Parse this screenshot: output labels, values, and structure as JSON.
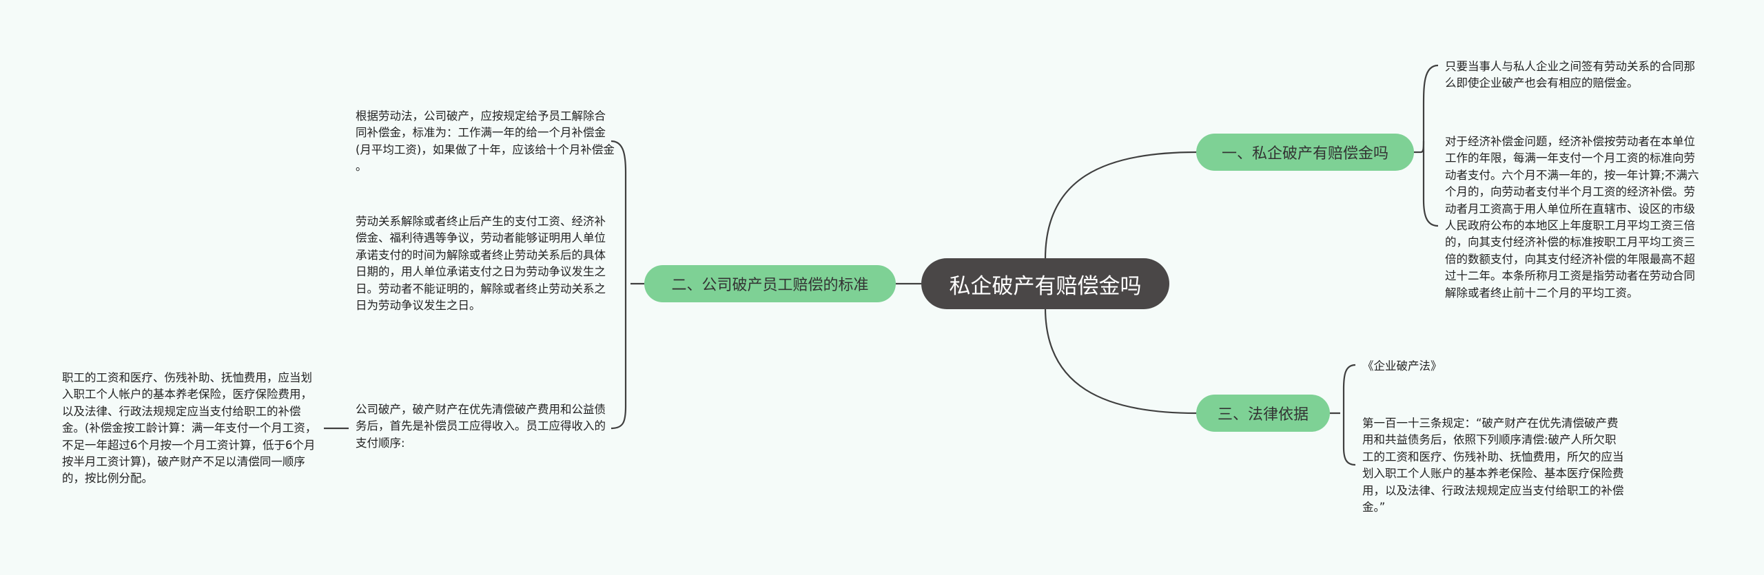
{
  "root": {
    "label": "私企破产有赔偿金吗"
  },
  "branches": {
    "b1": {
      "label": "一、私企破产有赔偿金吗",
      "leaves": [
        "只要当事人与私人企业之间签有劳动关系的合同那么即使企业破产也会有相应的赔偿金。",
        "对于经济补偿金问题，经济补偿按劳动者在本单位工作的年限，每满一年支付一个月工资的标准向劳动者支付。六个月不满一年的，按一年计算;不满六个月的，向劳动者支付半个月工资的经济补偿。劳动者月工资高于用人单位所在直辖市、设区的市级人民政府公布的本地区上年度职工月平均工资三倍的，向其支付经济补偿的标准按职工月平均工资三倍的数额支付，向其支付经济补偿的年限最高不超过十二年。本条所称月工资是指劳动者在劳动合同解除或者终止前十二个月的平均工资。"
      ]
    },
    "b2": {
      "label": "二、公司破产员工赔偿的标准",
      "leaves": [
        "根据劳动法，公司破产，应按规定给予员工解除合同补偿金，标准为：工作满一年的给一个月补偿金(月平均工资)，如果做了十年，应该给十个月补偿金 。",
        "劳动关系解除或者终止后产生的支付工资、经济补偿金、福利待遇等争议，劳动者能够证明用人单位承诺支付的时间为解除或者终止劳动关系后的具体日期的，用人单位承诺支付之日为劳动争议发生之日。劳动者不能证明的，解除或者终止劳动关系之日为劳动争议发生之日。",
        "公司破产，破产财产在优先清偿破产费用和公益债务后，首先是补偿员工应得收入。员工应得收入的支付顺序:"
      ],
      "subleaf": "职工的工资和医疗、伤残补助、抚恤费用，应当划入职工个人帐户的基本养老保险，医疗保险费用，以及法律、行政法规规定应当支付给职工的补偿金。(补偿金按工龄计算：满一年支付一个月工资，不足一年超过6个月按一个月工资计算，低于6个月按半月工资计算)，破产财产不足以清偿同一顺序的，按比例分配。"
    },
    "b3": {
      "label": "三、法律依据",
      "leaves": [
        "《企业破产法》",
        "第一百一十三条规定：“破产财产在优先清偿破产费用和共益债务后，依照下列顺序清偿:破产人所欠职工的工资和医疗、伤残补助、抚恤费用，所欠的应当划入职工个人账户的基本养老保险、基本医疗保险费用，以及法律、行政法规规定应当支付给职工的补偿金。”"
      ]
    }
  },
  "colors": {
    "background": "#f5fbf9",
    "root_fill": "#4a4747",
    "branch_fill": "#7ed195",
    "line": "#3f3f3f"
  }
}
